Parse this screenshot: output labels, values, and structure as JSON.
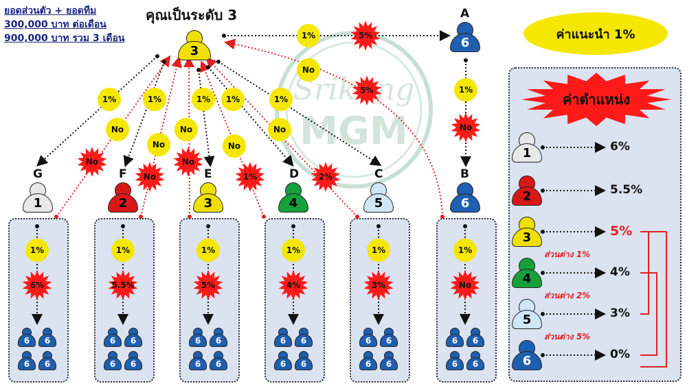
{
  "header": {
    "line1": "ยอดส่วนตัว + ยอดทีม",
    "line2": "300,000 บาท ต่อเดือน",
    "line3": "900,000 บาท รวม 3 เดือน"
  },
  "title": "คุณเป็นระดับ 3",
  "watermark": {
    "top": "Srikung",
    "bottom": "MGM"
  },
  "colors": {
    "level1": "#e8e8e8",
    "level2": "#d81818",
    "level3": "#f0e000",
    "level4": "#17a03a",
    "level5": "#cfe6f7",
    "level6": "#1f5fb0",
    "yellow": "#f5e700",
    "red_star": "#ff1a1a"
  },
  "center": {
    "level": "3"
  },
  "node_a": {
    "label": "A",
    "level": "6"
  },
  "node_b": {
    "label": "B",
    "level": "6"
  },
  "top_link": {
    "pct": "1%",
    "star": "5%"
  },
  "a_to_b": {
    "pct": "1%",
    "star": "No"
  },
  "red_link": {
    "circle": "No",
    "star": "5%"
  },
  "branches": [
    {
      "label": "G",
      "level": "1",
      "pct": "1%",
      "no_circle": "No",
      "star": "No",
      "box_pct": "1%",
      "box_star": "6%"
    },
    {
      "label": "F",
      "level": "2",
      "pct": "1%",
      "no_circle": "No",
      "star": "No",
      "box_pct": "1%",
      "box_star": "5.5%"
    },
    {
      "label": "E",
      "level": "3",
      "pct": "1%",
      "no_circle": "No",
      "star": "No",
      "box_pct": "1%",
      "box_star": "5%"
    },
    {
      "label": "D",
      "level": "4",
      "pct": "1%",
      "no_circle": "No",
      "star": "1%",
      "box_pct": "1%",
      "box_star": "4%"
    },
    {
      "label": "C",
      "level": "5",
      "pct": "1%",
      "no_circle": "No",
      "star": "2%",
      "box_pct": "1%",
      "box_star": "3%"
    }
  ],
  "b_box": {
    "pct": "1%",
    "star": "No"
  },
  "team_level": "6",
  "legend": {
    "recommend": "ค่าแนะนำ 1%",
    "position_title": "ค่าตำแหน่ง",
    "levels": [
      {
        "level": "1",
        "pct": "6%"
      },
      {
        "level": "2",
        "pct": "5.5%"
      },
      {
        "level": "3",
        "pct": "5%"
      },
      {
        "level": "4",
        "pct": "4%"
      },
      {
        "level": "5",
        "pct": "3%"
      },
      {
        "level": "6",
        "pct": "0%"
      }
    ],
    "diffs": [
      "ส่วนต่าง 1%",
      "ส่วนต่าง 2%",
      "ส่วนต่าง 5%"
    ]
  }
}
